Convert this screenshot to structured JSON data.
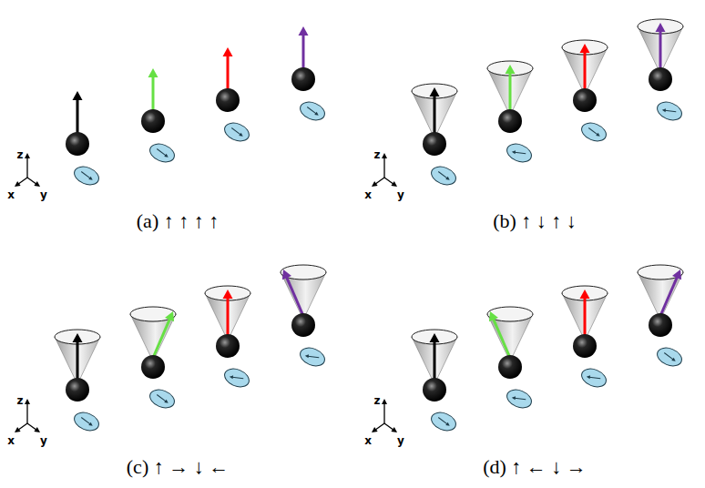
{
  "diagram": {
    "labels": [
      "z",
      "x",
      "y",
      "(a) ↑ ↑ ↑ ↑",
      "z",
      "x",
      "y",
      "(b) ↑ ↓ ↑ ↓",
      "z",
      "x",
      "y",
      "(c) ↑ → ↓ ←",
      "z",
      "x",
      "y",
      "(d) ↑ ← ↓ →"
    ]
  }
}
